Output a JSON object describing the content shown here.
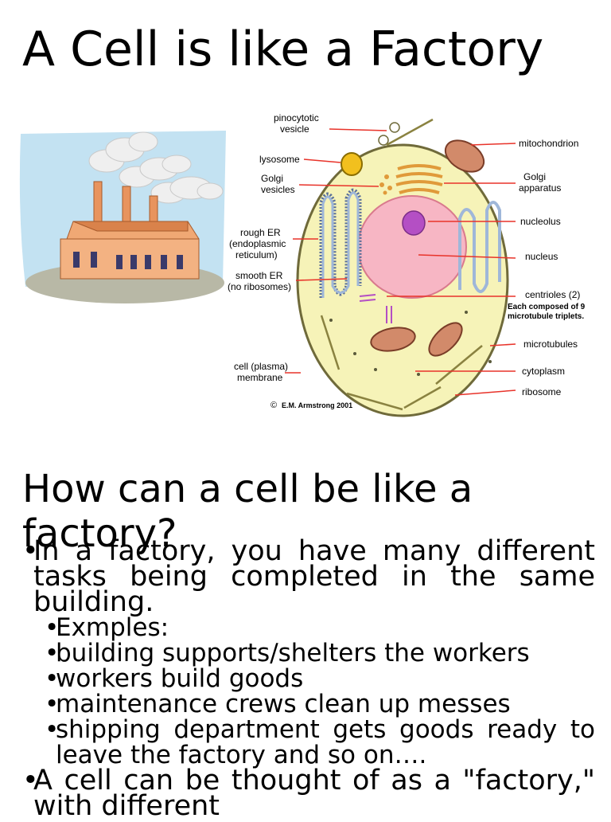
{
  "slide": {
    "title": "A Cell is like a Factory",
    "subtitle": "How can a cell be like a factory?"
  },
  "figure": {
    "labels": {
      "pinocytotic": "pinocytotic",
      "vesicle": "vesicle",
      "lysosome": "lysosome",
      "golgi_vesicles_1": "Golgi",
      "golgi_vesicles_2": "vesicles",
      "rough_er_1": "rough ER",
      "rough_er_2": "(endoplasmic",
      "rough_er_3": "reticulum)",
      "smooth_er_1": "smooth ER",
      "smooth_er_2": "(no ribosomes)",
      "membrane_1": "cell (plasma)",
      "membrane_2": "membrane",
      "mitochondrion": "mitochondrion",
      "golgi_apparatus_1": "Golgi",
      "golgi_apparatus_2": "apparatus",
      "nucleolus": "nucleolus",
      "nucleus": "nucleus",
      "centrioles": "centrioles (2)",
      "centrioles_note_1": "Each composed of 9",
      "centrioles_note_2": "microtubule triplets.",
      "microtubules": "microtubules",
      "cytoplasm": "cytoplasm",
      "ribosome": "ribosome",
      "credit": "E.M. Armstrong 2001"
    },
    "colors": {
      "arrow": "#e8332a",
      "cytoplasm": "#f6f3b8",
      "nucleus": "#f7b6c4",
      "nucleolus": "#b44fc4",
      "er": "#9fb7d9"
    }
  },
  "content": {
    "bullet1": "In a factory, you have many different tasks being completed in the same building.",
    "examples_label": "Exmples:",
    "examples": [
      "building supports/shelters the workers",
      "workers build goods",
      "maintenance crews clean up messes",
      " shipping department gets goods ready to leave the factory and so on…."
    ],
    "bullet2": "A cell can be thought of as a \"factory,\" with different"
  }
}
